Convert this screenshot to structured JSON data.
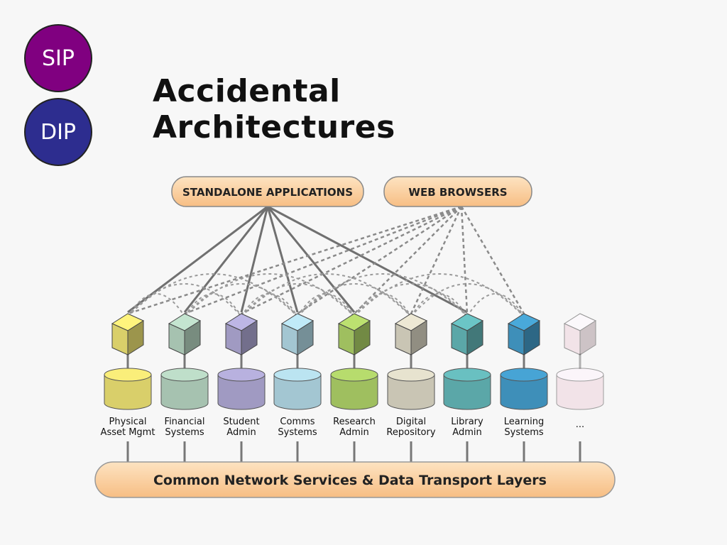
{
  "badges": {
    "sip": {
      "label": "SIP",
      "color": "#800080"
    },
    "dip": {
      "label": "DIP",
      "color": "#2d2d8f"
    }
  },
  "title": "Accidental Architectures",
  "diagram": {
    "top_boxes": {
      "standalone": "STANDALONE APPLICATIONS",
      "browsers": "WEB BROWSERS"
    },
    "systems": [
      {
        "line1": "Physical",
        "line2": "Asset Mgmt",
        "color": "#d9cf6a"
      },
      {
        "line1": "Financial",
        "line2": "Systems",
        "color": "#a6c2b0"
      },
      {
        "line1": "Student",
        "line2": "Admin",
        "color": "#a09ac2"
      },
      {
        "line1": "Comms",
        "line2": "Systems",
        "color": "#a3c6d2"
      },
      {
        "line1": "Research",
        "line2": "Admin",
        "color": "#9fbf5f"
      },
      {
        "line1": "Digital",
        "line2": "Repository",
        "color": "#c9c5b4"
      },
      {
        "line1": "Library",
        "line2": "Admin",
        "color": "#5ba7a8"
      },
      {
        "line1": "Learning",
        "line2": "Systems",
        "color": "#3e8fb9"
      },
      {
        "line1": "...",
        "line2": "",
        "color": "#eed4dd"
      }
    ],
    "bottom_bar": "Common Network Services & Data Transport Layers",
    "bar_color": "#f9c98c"
  }
}
